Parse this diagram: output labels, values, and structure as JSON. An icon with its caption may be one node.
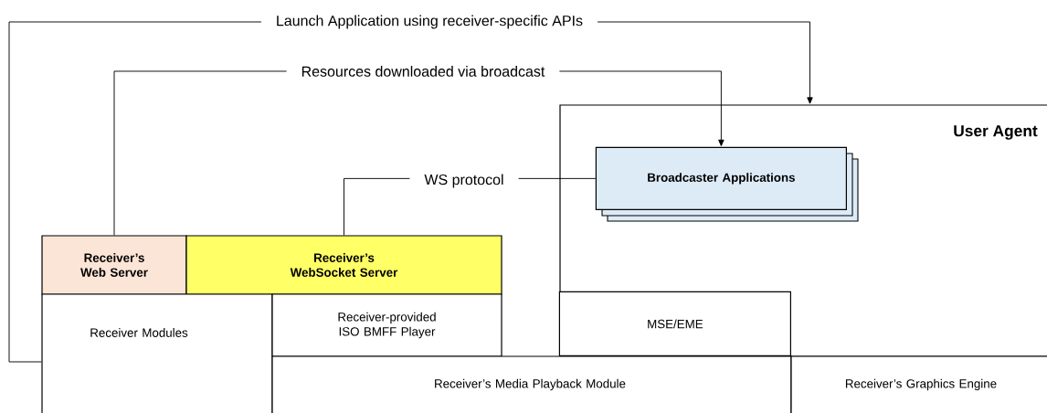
{
  "diagram": {
    "nodes": [
      {
        "text": [
          "User Agent"
        ]
      },
      {
        "text": [
          "Broadcaster Applications"
        ],
        "in": 0
      },
      {
        "text": [
          "Receiver’s Web Server"
        ]
      },
      {
        "text": [
          "Receiver’s WebSocket Server"
        ]
      },
      {
        "text": [
          "Receiver Modules"
        ]
      },
      {
        "text": [
          "Receiver-provided ISO BMFF Player"
        ]
      },
      {
        "text": [
          "MSE/EME"
        ],
        "in": 0
      },
      {
        "text": [
          "Receiver’s Media Playback Module"
        ]
      },
      {
        "text": [
          "Receiver’s Graphics Engine"
        ]
      }
    ],
    "edges": [
      {
        "from": 4,
        "to": 0,
        "arrow": "to",
        "label": "Launch Application using receiver-specific APIs"
      },
      {
        "from": 2,
        "to": 1,
        "arrow": "to",
        "label": "Resources downloaded via broadcast"
      },
      {
        "from": 3,
        "to": 1,
        "arrow": "none",
        "label": "WS protocol"
      }
    ]
  }
}
